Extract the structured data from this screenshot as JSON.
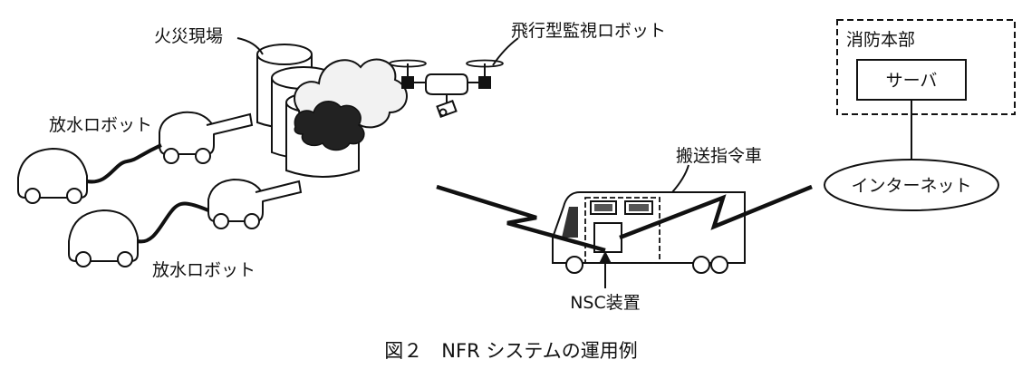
{
  "labels": {
    "fire_site": "火災現場",
    "drone": "飛行型監視ロボット",
    "hq": "消防本部",
    "server": "サーバ",
    "internet": "インターネット",
    "water_robot_1": "放水ロボット",
    "water_robot_2": "放水ロボット",
    "command_vehicle": "搬送指令車",
    "nsc": "NSC装置"
  },
  "caption": "図２　NFR システムの運用例"
}
